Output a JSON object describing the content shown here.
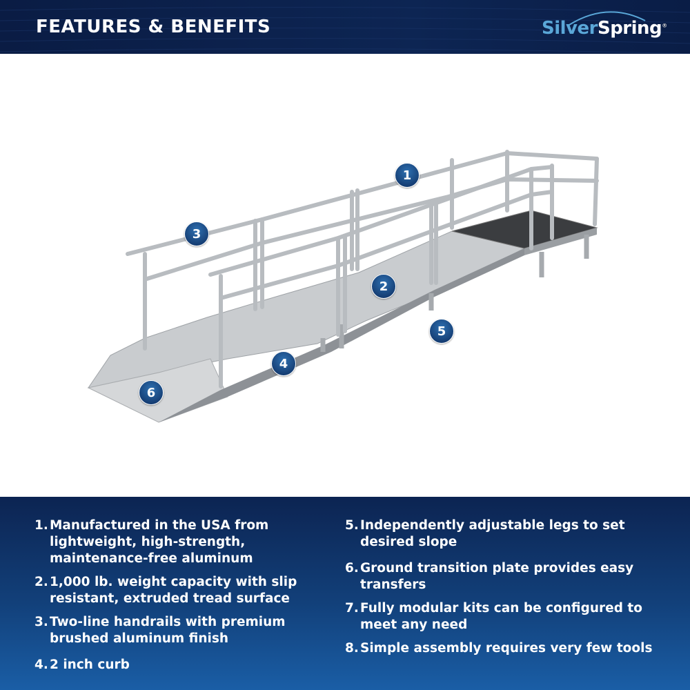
{
  "header": {
    "title": "FEATURES & BENEFITS",
    "logo": {
      "part1": "Silver",
      "part2": "Spring",
      "mark": "®"
    }
  },
  "markers": [
    "1",
    "2",
    "3",
    "4",
    "5",
    "6"
  ],
  "features_left": [
    {
      "num": "1.",
      "text": "Manufactured in the USA from lightweight, high-strength, maintenance-free aluminum"
    },
    {
      "num": "2.",
      "text": "1,000 lb. weight capacity with slip resistant, extruded tread surface"
    },
    {
      "num": "3.",
      "text": "Two-line handrails with premium brushed aluminum finish"
    },
    {
      "num": "4.",
      "text": "2 inch curb"
    }
  ],
  "features_right": [
    {
      "num": "5.",
      "text": "Independently adjustable legs to set desired slope"
    },
    {
      "num": "6.",
      "text": "Ground transition plate provides easy transfers"
    },
    {
      "num": "7.",
      "text": "Fully modular kits can be configured to meet any need"
    },
    {
      "num": "8.",
      "text": "Simple assembly requires very few tools"
    }
  ]
}
